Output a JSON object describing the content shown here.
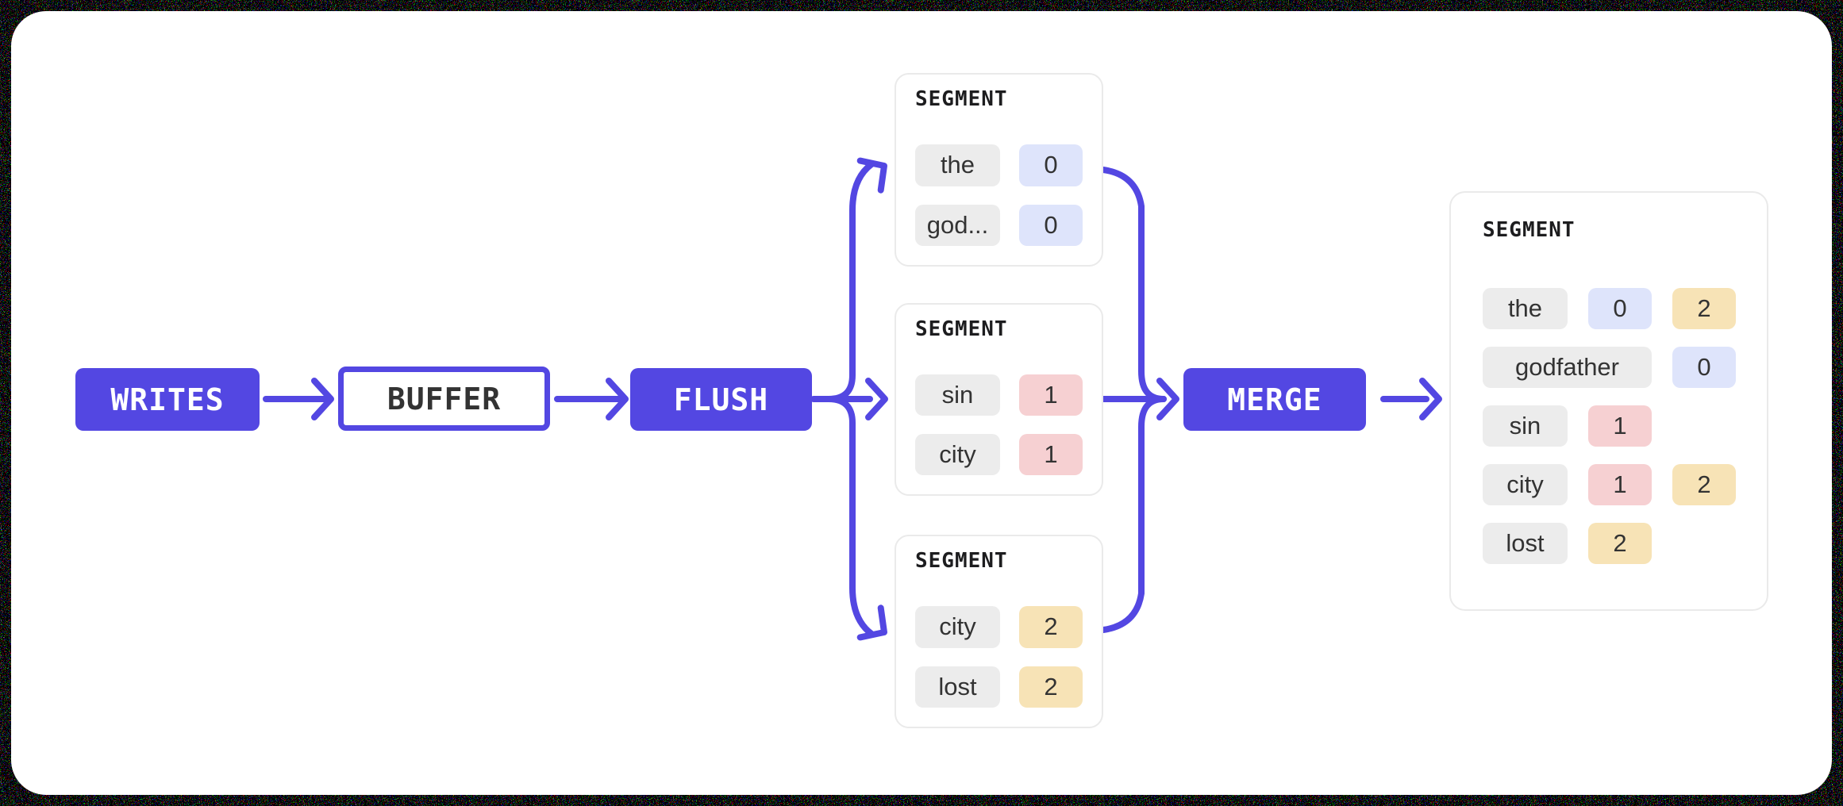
{
  "theme": {
    "indigo": "#5347e2",
    "canvas_bg": "#ffffff",
    "term_bg": "#ececec",
    "blue_bg": "#dee4fb",
    "pink_bg": "#f6d0d2",
    "amber_bg": "#f7e3b6",
    "card_border": "#eaeaea",
    "text_dark": "#333333",
    "title_color": "#1d1d1f"
  },
  "doc_colors": {
    "0": "blue",
    "1": "pink",
    "2": "amber"
  },
  "nodes": {
    "writes": "WRITES",
    "buffer": "BUFFER",
    "flush": "FLUSH",
    "merge": "MERGE"
  },
  "segments": {
    "top": {
      "title": "SEGMENT",
      "rows": [
        {
          "term": "the",
          "doc": "0"
        },
        {
          "term": "god...",
          "doc": "0"
        }
      ]
    },
    "middle": {
      "title": "SEGMENT",
      "rows": [
        {
          "term": "sin",
          "doc": "1"
        },
        {
          "term": "city",
          "doc": "1"
        }
      ]
    },
    "bottom": {
      "title": "SEGMENT",
      "rows": [
        {
          "term": "city",
          "doc": "2"
        },
        {
          "term": "lost",
          "doc": "2"
        }
      ]
    },
    "merged": {
      "title": "SEGMENT",
      "rows": [
        {
          "term": "the",
          "docs": [
            "0",
            "2"
          ]
        },
        {
          "term": "godfather",
          "docs": [
            "0"
          ]
        },
        {
          "term": "sin",
          "docs": [
            "1"
          ]
        },
        {
          "term": "city",
          "docs": [
            "1",
            "2"
          ]
        },
        {
          "term": "lost",
          "docs": [
            "2"
          ]
        }
      ]
    }
  }
}
